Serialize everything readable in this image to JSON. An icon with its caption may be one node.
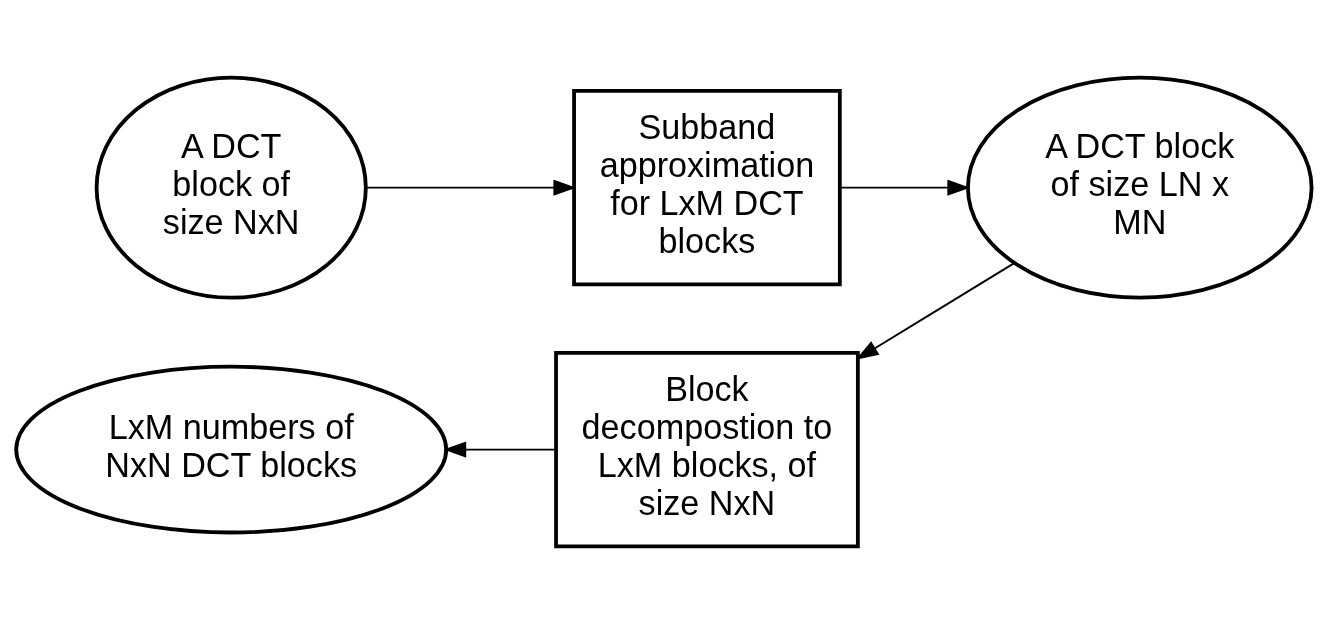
{
  "diagram": {
    "nodes": [
      {
        "text": [
          "A DCT block of size NxN"
        ]
      },
      {
        "text": [
          "Subband approximation for LxM DCT blocks"
        ]
      },
      {
        "text": [
          "A DCT block of size LN x MN"
        ]
      },
      {
        "text": [
          "Block decompostion to LxM blocks, of size NxN"
        ]
      },
      {
        "text": [
          "LxM numbers of NxN DCT blocks"
        ]
      }
    ],
    "edges": [
      {
        "from": 0,
        "to": 1,
        "arrow": "to"
      },
      {
        "from": 1,
        "to": 2,
        "arrow": "to"
      },
      {
        "from": 2,
        "to": 3,
        "arrow": "to"
      },
      {
        "from": 3,
        "to": 4,
        "arrow": "to"
      }
    ]
  }
}
